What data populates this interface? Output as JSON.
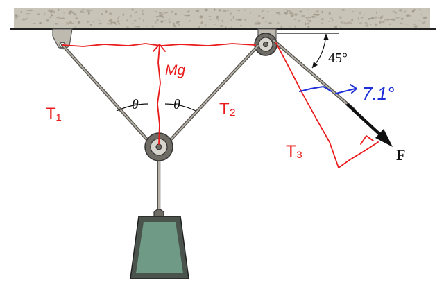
{
  "diagram": {
    "angle_symbol_left": "θ",
    "angle_symbol_right": "θ",
    "angle_degrees": "45°",
    "force_label": "F"
  },
  "annotations": {
    "t1": "T₁",
    "t2": "T₂",
    "t3": "T₃",
    "weight": "Mg",
    "blue_angle": "7.1°"
  },
  "colors": {
    "ceiling": "#c9c4b8",
    "ceiling_dots": "#a29b8b",
    "rope": "#8d8a83",
    "bracket": "#bfbab0",
    "pulley_outer": "#6f6c66",
    "pulley_inner": "#d7d4cd",
    "block_outer": "#4a544d",
    "block_inner": "#6f9a86",
    "ink_red": "#ea1b1b",
    "ink_blue": "#1d2fd8",
    "ink_black": "#111111"
  }
}
